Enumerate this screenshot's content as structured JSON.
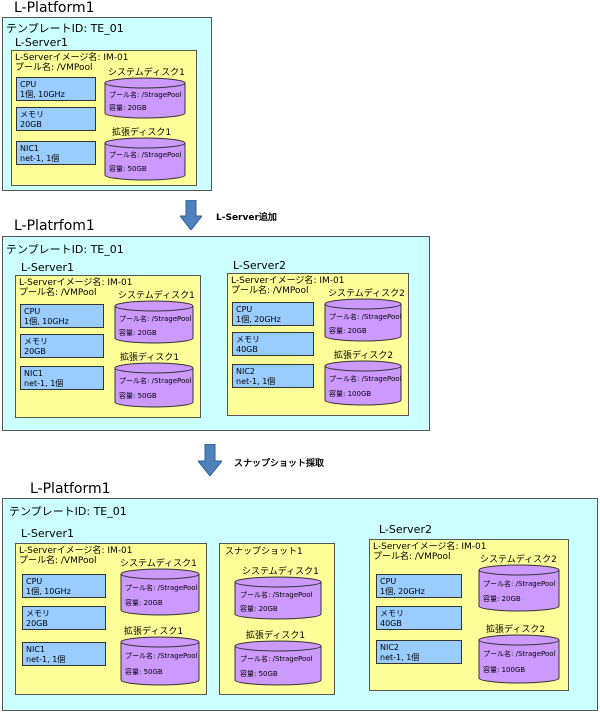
{
  "diagram1": {
    "platform_title": "L-Platform1",
    "template_id": "テンプレートID: TE_01",
    "server1": {
      "title": "L-Server1",
      "image": "L-Serverイメージ名:  IM-01",
      "pool": "プール名:  /VMPool",
      "cpu": [
        "CPU",
        "1個, 10GHz"
      ],
      "memory": [
        "メモリ",
        "20GB"
      ],
      "nic": [
        "NIC1",
        "net-1, 1個"
      ],
      "system_disk": {
        "label": "システムディスク1",
        "pool": "プール名: /StragePool",
        "capacity": "容量: 20GB"
      },
      "ext_disk": {
        "label": "拡張ディスク1",
        "pool": "プール名: /StragePool",
        "capacity": "容量: 50GB"
      }
    }
  },
  "arrow1": {
    "label": "L-Server追加"
  },
  "diagram2": {
    "platform_title": "L-Platrfom1",
    "template_id": "テンプレートID: TE_01",
    "server1": {
      "title": "L-Server1",
      "image": "L-Serverイメージ名:  IM-01",
      "pool": "プール名:  /VMPool",
      "cpu": [
        "CPU",
        "1個, 10GHz"
      ],
      "memory": [
        "メモリ",
        "20GB"
      ],
      "nic": [
        "NIC1",
        "net-1, 1個"
      ],
      "system_disk": {
        "label": "システムディスク1",
        "pool": "プール名: /StragePool",
        "capacity": "容量: 20GB"
      },
      "ext_disk": {
        "label": "拡張ディスク1",
        "pool": "プール名: /StragePool",
        "capacity": "容量: 50GB"
      }
    },
    "server2": {
      "title": "L-Server2",
      "image": "L-Serverイメージ名:  IM-01",
      "pool": "プール名:  /VMPool",
      "cpu": [
        "CPU",
        "1個, 20GHz"
      ],
      "memory": [
        "メモリ",
        "40GB"
      ],
      "nic": [
        "NIC2",
        "net-1, 1個"
      ],
      "system_disk": {
        "label": "システムディスク2",
        "pool": "プール名: /StragePool",
        "capacity": "容量: 20GB"
      },
      "ext_disk": {
        "label": "拡張ディスク2",
        "pool": "プール名: /StragePool",
        "capacity": "容量: 100GB"
      }
    }
  },
  "arrow2": {
    "label": "スナップショット採取"
  },
  "diagram3": {
    "platform_title": "L-Platform1",
    "template_id": "テンプレートID: TE_01",
    "server1": {
      "title": "L-Server1",
      "image": "L-Serverイメージ名:  IM-01",
      "pool": "プール名:  /VMPool",
      "cpu": [
        "CPU",
        "1個, 10GHz"
      ],
      "memory": [
        "メモリ",
        "20GB"
      ],
      "nic": [
        "NIC1",
        "net-1, 1個"
      ],
      "system_disk": {
        "label": "システムディスク1",
        "pool": "プール名: /StragePool",
        "capacity": "容量: 20GB"
      },
      "ext_disk": {
        "label": "拡張ディスク1",
        "pool": "プール名: /StragePool",
        "capacity": "容量: 50GB"
      }
    },
    "snapshot": {
      "title": "スナップショット1",
      "system_disk": {
        "label": "システムディスク1",
        "pool": "プール名: /StragePool",
        "capacity": "容量: 20GB"
      },
      "ext_disk": {
        "label": "拡張ディスク1",
        "pool": "プール名: /StragePool",
        "capacity": "容量: 50GB"
      }
    },
    "server2": {
      "title": "L-Server2",
      "image": "L-Serverイメージ名:  IM-01",
      "pool": "プール名:  /VMPool",
      "cpu": [
        "CPU",
        "1個, 20GHz"
      ],
      "memory": [
        "メモリ",
        "40GB"
      ],
      "nic": [
        "NIC2",
        "net-1, 1個"
      ],
      "system_disk": {
        "label": "システムディスク2",
        "pool": "プール名: /StragePool",
        "capacity": "容量: 20GB"
      },
      "ext_disk": {
        "label": "拡張ディスク2",
        "pool": "プール名: /StragePool",
        "capacity": "容量: 100GB"
      }
    }
  },
  "colors": {
    "platform_bg": "#ccffff",
    "server_bg": "#ffff99",
    "component_bg": "#99ccff",
    "disk_fill": "#cc99ff",
    "arrow": "#4f81bd"
  }
}
